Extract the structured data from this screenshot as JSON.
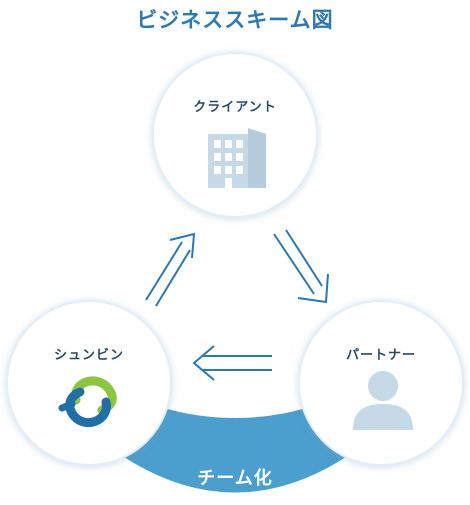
{
  "title": "ビジネススキーム図",
  "nodes": {
    "client": {
      "label": "クライアント",
      "icon": "building-icon"
    },
    "shunbin": {
      "label": "シュンビン",
      "icon": "shunbin-logo"
    },
    "partner": {
      "label": "パートナー",
      "icon": "person-icon"
    }
  },
  "team": {
    "label": "チーム化"
  },
  "colors": {
    "accent": "#2a78b5",
    "band": "#4a9fce",
    "icon": "#c5d9e6",
    "logo_green": "#8cc63f",
    "logo_blue": "#1f6fa8"
  }
}
